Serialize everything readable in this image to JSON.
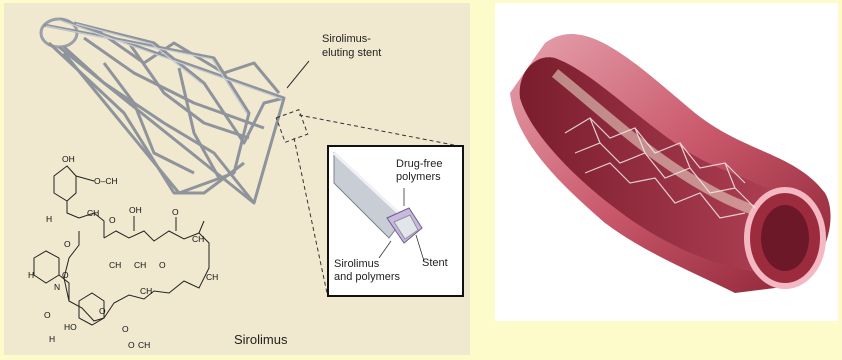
{
  "left_panel": {
    "stent_label": [
      "Sirolimus-",
      "eluting stent"
    ],
    "inset_labels": {
      "drug_free": [
        "Drug-free",
        "polymers"
      ],
      "stent": "Stent",
      "sirolimus_polymers": [
        "Sirolimus",
        "and polymers"
      ]
    },
    "molecule_name": "Sirolimus",
    "molecule_atoms": {
      "oh_top": "OH",
      "och3_top": "O–CH",
      "ch3_a": "CH",
      "h_a": "H",
      "o_ketone": "O",
      "oh_mid": "OH",
      "o_mid": "O",
      "ch3_b": "CH",
      "o_ester": "O",
      "ch3_c": "CH",
      "ch3_d": "CH",
      "o_ring": "O",
      "ch3_e": "CH",
      "h_b": "H",
      "n_atom": "N",
      "o_lower": "O",
      "ch3_f": "CH",
      "o_lower2": "O",
      "ho_atom": "HO",
      "o_pyran": "O",
      "o_bot": "O",
      "h3c": "H",
      "och3_bot": "O",
      "ch3_g": "CH"
    }
  },
  "colors": {
    "page_background": "#fdfbc9",
    "left_background": "#f0e9cf",
    "right_background": "#ffffff",
    "artery": "#c0455a",
    "artery_dark": "#8a2233",
    "stent_metal": "#a8acb4"
  }
}
